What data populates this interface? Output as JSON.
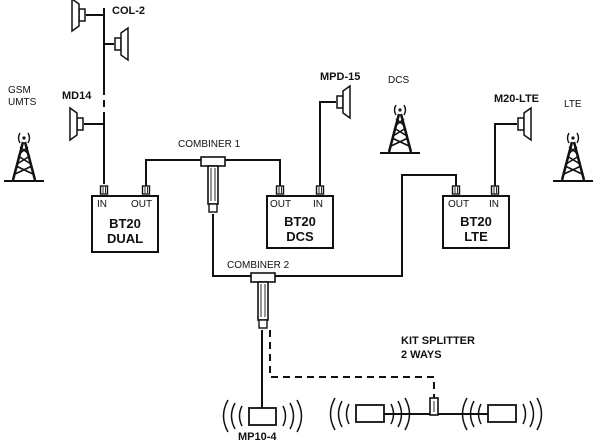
{
  "antennas": {
    "col2": "COL-2",
    "md14": "MD14",
    "mpd15": "MPD-15",
    "m20lte": "M20-LTE",
    "mp104": "MP10-4"
  },
  "towers": {
    "gsm_line1": "GSM",
    "gsm_line2": "UMTS",
    "dcs": "DCS",
    "lte": "LTE"
  },
  "combiners": {
    "c1": "COMBINER 1",
    "c2": "COMBINER 2"
  },
  "splitter": {
    "line1": "KIT SPLITTER",
    "line2": "2 WAYS"
  },
  "boosters": [
    {
      "line1": "BT20",
      "line2": "DUAL",
      "in": "IN",
      "out": "OUT"
    },
    {
      "line1": "BT20",
      "line2": "DCS",
      "in": "IN",
      "out": "OUT"
    },
    {
      "line1": "BT20",
      "line2": "LTE",
      "in": "IN",
      "out": "OUT"
    }
  ]
}
